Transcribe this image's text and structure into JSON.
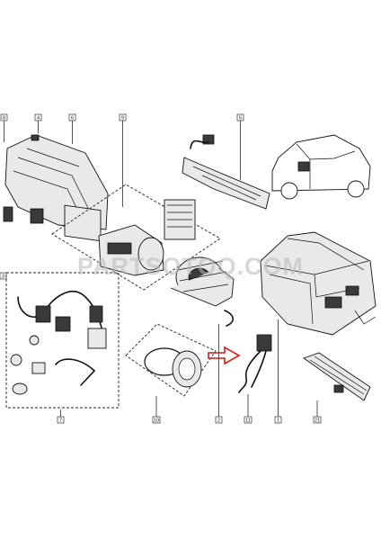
{
  "watermark": "PARTSOTOQ.COM",
  "callouts": [
    "8",
    "4",
    "6",
    "9",
    "5",
    "3",
    "7",
    "10",
    "2",
    "11",
    "1",
    "21"
  ],
  "colors": {
    "arrow": "#d11a1a",
    "line": "#111111",
    "watermark": "#b9b9b9"
  }
}
